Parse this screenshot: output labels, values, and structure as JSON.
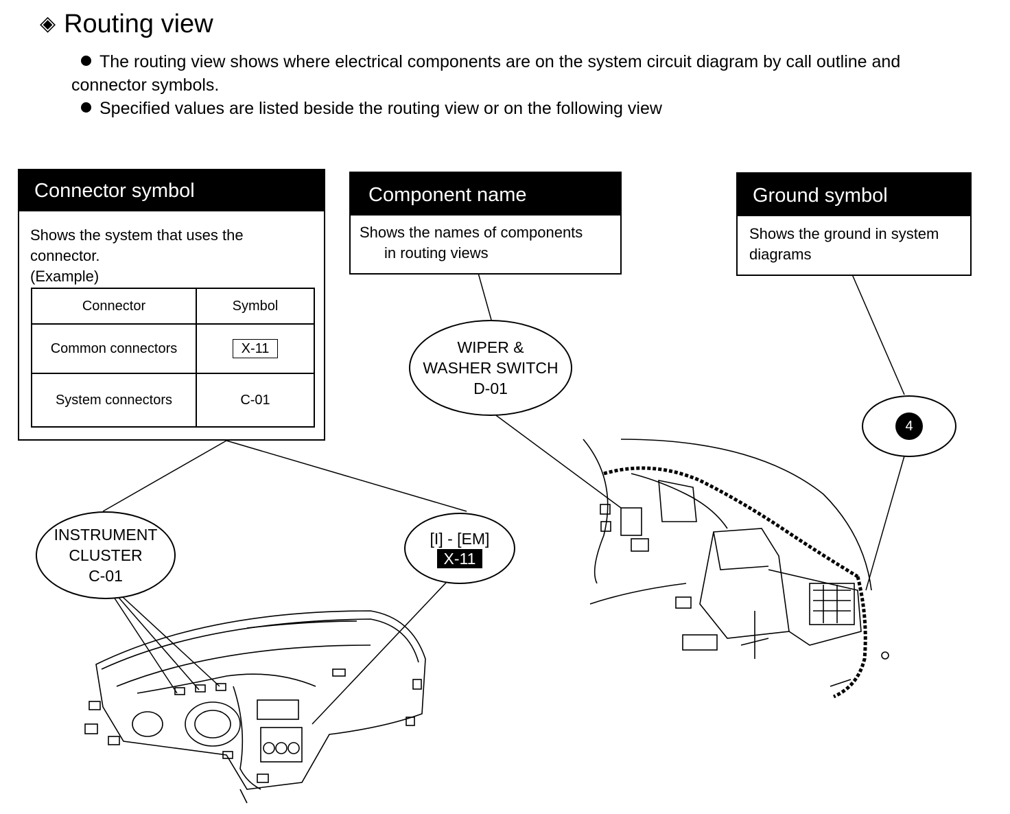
{
  "header": {
    "title": "Routing view",
    "bullets": [
      "The routing view shows where electrical components are on the system circuit diagram by call outline and",
      "connector symbols.",
      "Specified values are listed beside the routing view  or on the following view"
    ]
  },
  "connector_panel": {
    "title": "Connector symbol",
    "desc_line1": "Shows the system that uses the",
    "desc_line2": "connector.",
    "example_label": "(Example)",
    "table": {
      "col_connector": "Connector",
      "col_symbol": "Symbol",
      "rows": [
        {
          "connector": "Common connectors",
          "symbol": "X-11"
        },
        {
          "connector": "System connectors",
          "symbol": "C-01"
        }
      ]
    }
  },
  "component_panel": {
    "title": "Component name",
    "desc_line1": "Shows the names of components",
    "desc_line2": "in routing views"
  },
  "ground_panel": {
    "title": "Ground symbol",
    "desc_line1": "Shows the ground in system",
    "desc_line2": "diagrams"
  },
  "callouts": {
    "wiper": {
      "line1": "WIPER &",
      "line2": "WASHER SWITCH",
      "line3": "D-01"
    },
    "ground_number": "4",
    "instrument": {
      "line1": "INSTRUMENT",
      "line2": "CLUSTER",
      "line3": "C-01"
    },
    "connector_code": {
      "line1": "[I] - [EM]",
      "line2": "X-11"
    }
  }
}
